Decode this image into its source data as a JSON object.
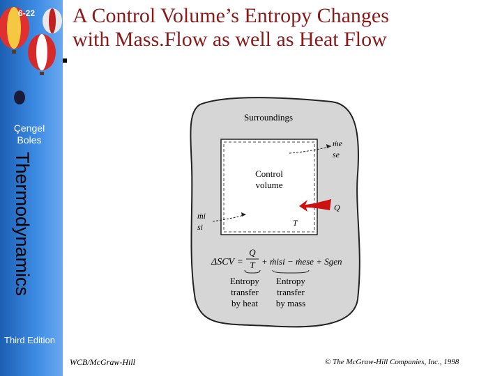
{
  "slide_number": "6-22",
  "title_line1": "A Control Volume’s Entropy Changes",
  "title_line2": "with Mass.Flow as well as Heat Flow",
  "sidebar": {
    "author_line1": "Çengel",
    "author_line2": "Boles",
    "book_title": "Thermodynamics",
    "edition": "Third Edition"
  },
  "figure": {
    "surroundings": "Surroundings",
    "control_line1": "Control",
    "control_line2": "volume",
    "exit_mass": "ṁe",
    "exit_entropy": "se",
    "inlet_mass": "ṁi",
    "inlet_entropy": "si",
    "heat": "Q",
    "temperature": "T",
    "equation_lhs": "ΔSCV =",
    "frac_num": "Q",
    "frac_den": "T",
    "eq_terms": "+ ṁisi − ṁese + Sgen",
    "heat_label": [
      "Entropy",
      "transfer",
      "by heat"
    ],
    "mass_label": [
      "Entropy",
      "transfer",
      "by mass"
    ]
  },
  "footer": {
    "publisher": "WCB/McGraw-Hill",
    "copyright": "© The McGraw-Hill Companies, Inc., 1998"
  },
  "colors": {
    "sidebar": "#1b5fb3",
    "title": "#8b1a1a",
    "arrow": "#cc1111",
    "surroundings_fill": "#d6d6d6"
  }
}
